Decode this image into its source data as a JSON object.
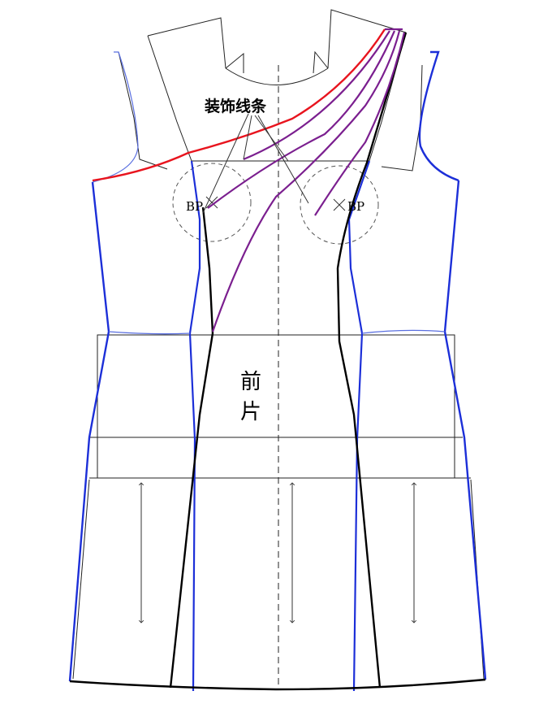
{
  "labels": {
    "decorative_lines": "装饰线条",
    "bp_left": "BP",
    "bp_right": "BP",
    "front_piece_1": "前",
    "front_piece_2": "片"
  },
  "colors": {
    "red": "#e8141e",
    "purple": "#7b1f8f",
    "blue": "#1c2fd8",
    "light_blue": "#5a6fe0",
    "black": "#000000",
    "gray": "#666666"
  }
}
